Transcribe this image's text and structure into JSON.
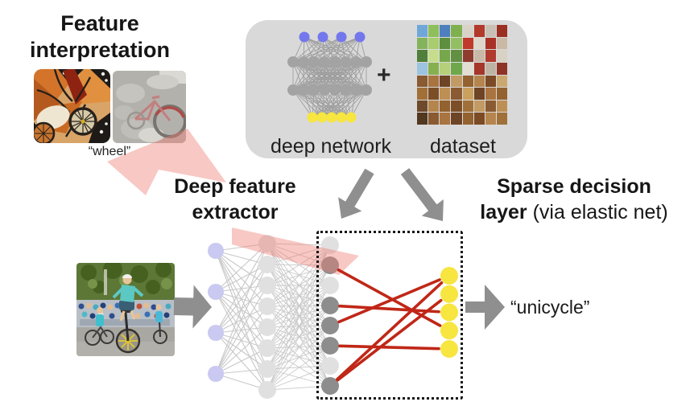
{
  "titles": {
    "feature_interpretation_line1": "Feature",
    "feature_interpretation_line2": "interpretation",
    "deep_feature_line1": "Deep feature",
    "deep_feature_line2": "extractor",
    "sparse_line1": "Sparse decision",
    "sparse_line2_bold": "layer",
    "sparse_line2_rest": "(via elastic net)"
  },
  "captions": {
    "wheel": "“wheel”",
    "unicycle": "“unicycle”"
  },
  "box": {
    "deep_network_label": "deep network",
    "plus": "+",
    "dataset_label": "dataset"
  },
  "colors": {
    "background": "#ffffff",
    "text": "#1a1a1a",
    "box_bg": "#d9d9d9",
    "arrow": "#8f8f8f",
    "beam": "#ef7d72",
    "red_connection": "#c02717",
    "node_blue": "#7477ec",
    "node_lavender": "#c9c9f1",
    "node_light_gray": "#e0e0e0",
    "node_dark_gray": "#8d8d8d",
    "node_yellow": "#f7e540",
    "mini_node_gray": "#a3a3a3",
    "mini_edge": "#9c9c9c",
    "edge_input": "#c8c8c8",
    "edge_hidden": "#c9c9c9",
    "dotted_border": "#141414"
  },
  "mini_network": {
    "input_nodes": 4,
    "hidden_nodes": 8,
    "hidden_layers": 2,
    "output_nodes": 5
  },
  "main_network": {
    "input_nodes": 4,
    "hidden_nodes": 8,
    "feature_node_shades": [
      "light",
      "dark",
      "light",
      "dark",
      "dark",
      "dark",
      "light",
      "dark"
    ],
    "output_nodes": 5,
    "red_connections": [
      [
        1,
        3
      ],
      [
        3,
        2
      ],
      [
        4,
        0
      ],
      [
        5,
        4
      ],
      [
        7,
        0
      ],
      [
        7,
        1
      ]
    ]
  },
  "dataset_mosaic": [
    "#6fa7d8",
    "#8fbf5a",
    "#4e7fbe",
    "#7fb04e",
    "#d9d2c6",
    "#b23a2b",
    "#c8c0b4",
    "#9b2f22",
    "#84b35c",
    "#a9cc6e",
    "#5d8f3f",
    "#93bf63",
    "#c0392b",
    "#ded8cc",
    "#a93226",
    "#cbb9a6",
    "#4f7f3a",
    "#c7dd8e",
    "#76a84b",
    "#638f42",
    "#8f3b2e",
    "#c9b8a8",
    "#b03a2e",
    "#d8d2c4",
    "#9cc3e0",
    "#86b04f",
    "#b5cf7a",
    "#6fa84b",
    "#e3ded2",
    "#a4362a",
    "#bfb4a4",
    "#8e3326",
    "#8a5a32",
    "#a9743f",
    "#6e4426",
    "#c29a64",
    "#93622f",
    "#b5854d",
    "#7c4a24",
    "#caa870",
    "#a07038",
    "#7c4e28",
    "#bd8f55",
    "#8a5a32",
    "#caa05e",
    "#6e4426",
    "#a9743f",
    "#93622f",
    "#6e4a2a",
    "#b5854d",
    "#93622f",
    "#7c4e28",
    "#a07038",
    "#c29a64",
    "#8a5a32",
    "#bd8f55",
    "#52381e",
    "#8a5a32",
    "#a9743f",
    "#6e4426",
    "#93622f",
    "#7c4a24",
    "#b5854d",
    "#a07038"
  ]
}
